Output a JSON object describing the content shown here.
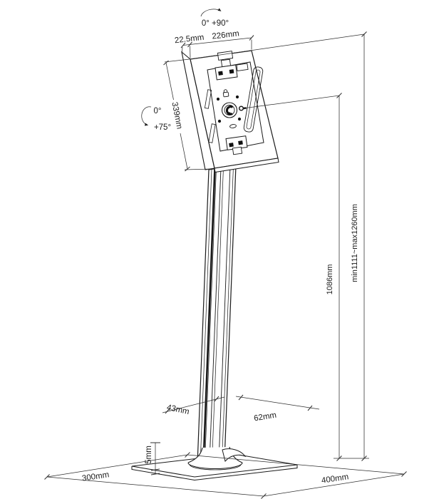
{
  "diagram": {
    "title": "tablet-floor-stand-dimension-diagram",
    "annotations": {
      "rotation_top": "0° +90°",
      "tilt_zero": "0°",
      "tilt_range": "+75°",
      "head_depth": "22.5mm",
      "head_width": "226mm",
      "head_height": "339mm",
      "pole_top_height": "1086mm",
      "overall_height": "min1111~max1260mm",
      "pole_depth": "43mm",
      "pole_width": "62mm",
      "base_thickness": "5mm",
      "base_depth": "300mm",
      "base_width": "400mm"
    },
    "colors": {
      "line": "#1a1a1a",
      "dimension": "#2f2f2f",
      "background": "#ffffff"
    }
  }
}
